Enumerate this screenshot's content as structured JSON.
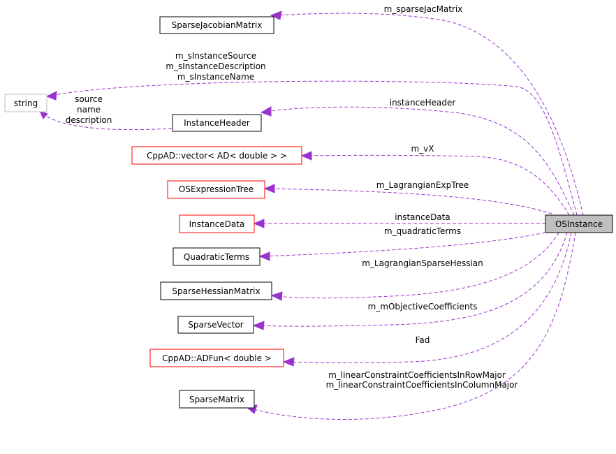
{
  "nodes": {
    "os_instance": "OSInstance",
    "sparse_jacobian_matrix": "SparseJacobianMatrix",
    "string": "string",
    "instance_header": "InstanceHeader",
    "cppad_vector": "CppAD::vector< AD< double > >",
    "os_expression_tree": "OSExpressionTree",
    "instance_data": "InstanceData",
    "quadratic_terms": "QuadraticTerms",
    "sparse_hessian_matrix": "SparseHessianMatrix",
    "sparse_vector": "SparseVector",
    "cppad_adfun": "CppAD::ADFun< double >",
    "sparse_matrix": "SparseMatrix"
  },
  "edges": {
    "sparse_jac": "m_sparseJacMatrix",
    "instance_string_1": "m_sInstanceSource",
    "instance_string_2": "m_sInstanceDescription",
    "instance_string_3": "m_sInstanceName",
    "header_string_1": "source",
    "header_string_2": "name",
    "header_string_3": "description",
    "instance_header": "instanceHeader",
    "vx": "m_vX",
    "lagrangian_exp_tree": "m_LagrangianExpTree",
    "instance_data": "instanceData",
    "quadratic_terms": "m_quadraticTerms",
    "lagrangian_sparse_hessian": "m_LagrangianSparseHessian",
    "objective_coefficients": "m_mObjectiveCoefficients",
    "fad": "Fad",
    "linear_row_major": "m_linearConstraintCoefficientsInRowMajor",
    "linear_column_major": "m_linearConstraintCoefficientsInColumnMajor"
  },
  "colors": {
    "edge": "#9a32cd",
    "node_border": "#000000",
    "incomplete_node_border": "#ff0000",
    "external_node_border": "#bfbfbf",
    "main_node_fill": "#bfbfbf"
  }
}
